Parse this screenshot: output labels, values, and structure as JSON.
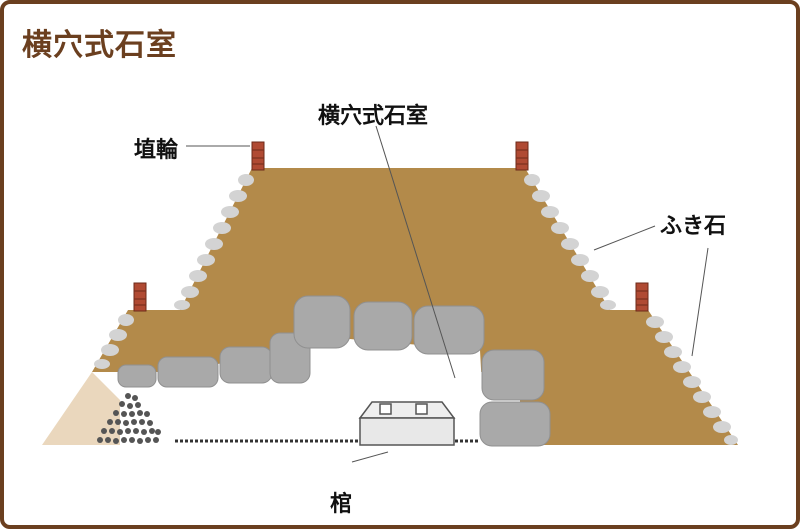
{
  "title": "横穴式石室",
  "labels": {
    "haniwa": "埴輪",
    "chamber": "横穴式石室",
    "fukiishi": "ふき石",
    "coffin": "棺"
  },
  "colors": {
    "frame": "#6b3f1f",
    "mound": "#b38a4a",
    "fukiishi": "#d0d0d0",
    "stone": "#a9a9a9",
    "haniwa": "#b04a33",
    "sand": "#ead7bd"
  }
}
